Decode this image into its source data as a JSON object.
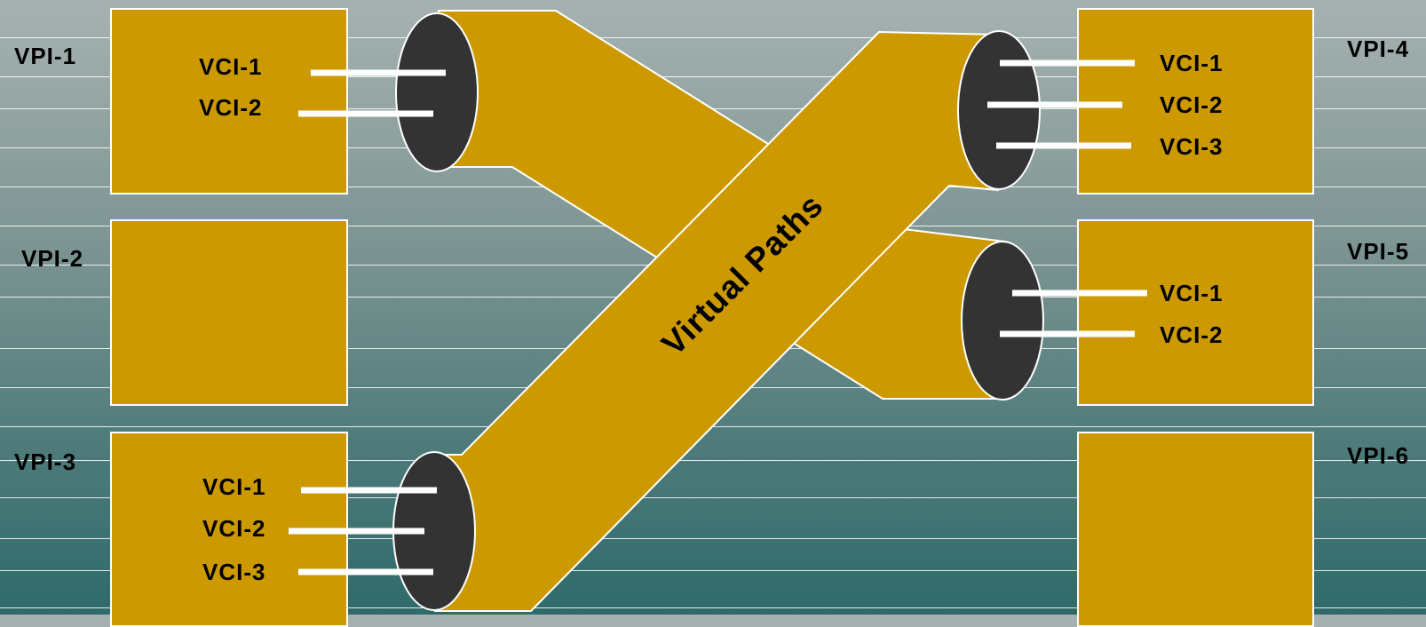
{
  "diagram": {
    "center_label": "Virtual Paths",
    "colors": {
      "box_fill": "#cc9900",
      "tube_end": "#333333",
      "line": "#ffffff"
    }
  },
  "vpis": {
    "vpi1": {
      "label": "VPI-1",
      "vcis": [
        "VCI-1",
        "VCI-2"
      ]
    },
    "vpi2": {
      "label": "VPI-2",
      "vcis": []
    },
    "vpi3": {
      "label": "VPI-3",
      "vcis": [
        "VCI-1",
        "VCI-2",
        "VCI-3"
      ]
    },
    "vpi4": {
      "label": "VPI-4",
      "vcis": [
        "VCI-1",
        "VCI-2",
        "VCI-3"
      ]
    },
    "vpi5": {
      "label": "VPI-5",
      "vcis": [
        "VCI-1",
        "VCI-2"
      ]
    },
    "vpi6": {
      "label": "VPI-6",
      "vcis": []
    }
  }
}
